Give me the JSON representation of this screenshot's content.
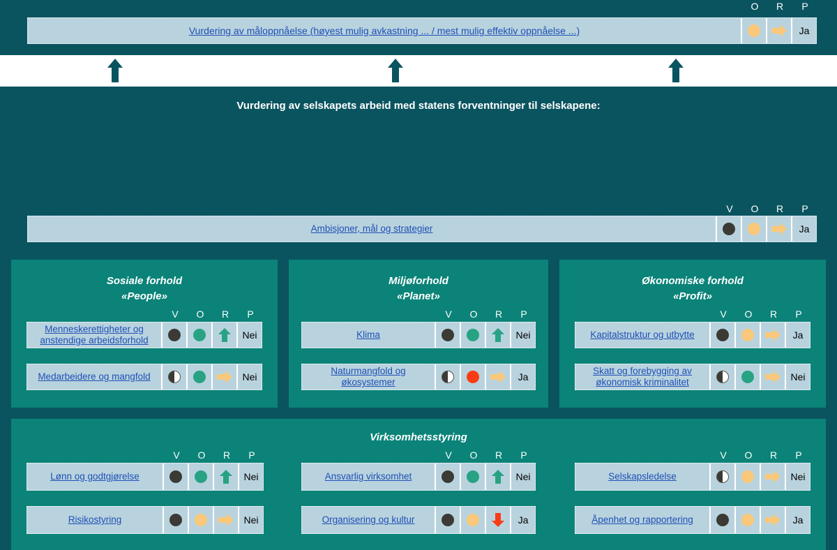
{
  "colors": {
    "page_bg": "#0a5460",
    "panel_bg": "#0b8378",
    "card_bg": "#b9d3de",
    "link": "#1f4fb6",
    "status_black": "#3b3a35",
    "status_green": "#27a383",
    "status_orange": "#fac87a",
    "status_red": "#fa3c14",
    "band": "#ffffff"
  },
  "top": {
    "col_heads": [
      "O",
      "R",
      "P"
    ],
    "row": {
      "label": "Vurdering av måloppnåelse (høyest mulig avkastning ... / mest mulig effektiv oppnåelse ...)",
      "o": "orange-circle",
      "r": "orange-arrow-right",
      "p": "Ja"
    }
  },
  "flow": {
    "arrow_icon": "up-arrow-icon",
    "count": 3
  },
  "main": {
    "title": "Vurdering av selskapets arbeid med statens forventninger til selskapene:",
    "col_heads": [
      "V",
      "O",
      "R",
      "P"
    ],
    "ambition_row": {
      "label": "Ambisjoner, mål og strategier",
      "v": "black-circle",
      "o": "orange-circle",
      "r": "orange-arrow-right",
      "p": "Ja"
    }
  },
  "panels": [
    {
      "id": "social",
      "title_line1": "Sosiale forhold",
      "title_line2": "«People»",
      "col_heads": [
        "V",
        "O",
        "R",
        "P"
      ],
      "rows": [
        {
          "label": "Menneskerettigheter og anstendige arbeidsforhold",
          "v": "black-circle",
          "o": "green-circle",
          "r": "green-arrow-up",
          "p": "Nei"
        },
        {
          "label": "Medarbeidere og mangfold",
          "v": "half-circle",
          "o": "green-circle",
          "r": "orange-arrow-right",
          "p": "Nei"
        }
      ]
    },
    {
      "id": "environment",
      "title_line1": "Miljøforhold",
      "title_line2": "«Planet»",
      "col_heads": [
        "V",
        "O",
        "R",
        "P"
      ],
      "rows": [
        {
          "label": "Klima",
          "v": "black-circle",
          "o": "green-circle",
          "r": "green-arrow-up",
          "p": "Nei"
        },
        {
          "label": "Naturmangfold og økosystemer",
          "v": "half-circle",
          "o": "red-circle",
          "r": "orange-arrow-right",
          "p": "Ja"
        }
      ]
    },
    {
      "id": "economy",
      "title_line1": "Økonomiske forhold",
      "title_line2": "«Profit»",
      "col_heads": [
        "V",
        "O",
        "R",
        "P"
      ],
      "rows": [
        {
          "label": "Kapitalstruktur og utbytte",
          "v": "black-circle",
          "o": "orange-circle",
          "r": "orange-arrow-right",
          "p": "Ja"
        },
        {
          "label": "Skatt og forebygging av økonomisk kriminalitet",
          "v": "half-circle",
          "o": "green-circle",
          "r": "orange-arrow-right",
          "p": "Nei"
        }
      ]
    }
  ],
  "governance": {
    "title": "Virksomhetsstyring",
    "col_heads": [
      "V",
      "O",
      "R",
      "P"
    ],
    "groups": [
      {
        "rows": [
          {
            "label": "Lønn og godtgjørelse",
            "v": "black-circle",
            "o": "green-circle",
            "r": "green-arrow-up",
            "p": "Nei"
          },
          {
            "label": "Risikostyring",
            "v": "black-circle",
            "o": "orange-circle",
            "r": "orange-arrow-right",
            "p": "Nei"
          }
        ]
      },
      {
        "rows": [
          {
            "label": "Ansvarlig virksomhet",
            "v": "black-circle",
            "o": "green-circle",
            "r": "green-arrow-up",
            "p": "Nei"
          },
          {
            "label": "Organisering og kultur",
            "v": "black-circle",
            "o": "orange-circle",
            "r": "red-arrow-down",
            "p": "Ja"
          }
        ]
      },
      {
        "rows": [
          {
            "label": "Selskapsledelse",
            "v": "half-circle",
            "o": "orange-circle",
            "r": "orange-arrow-right",
            "p": "Nei"
          },
          {
            "label": "Åpenhet og rapportering",
            "v": "black-circle",
            "o": "orange-circle",
            "r": "orange-arrow-right",
            "p": "Ja"
          }
        ]
      }
    ]
  }
}
